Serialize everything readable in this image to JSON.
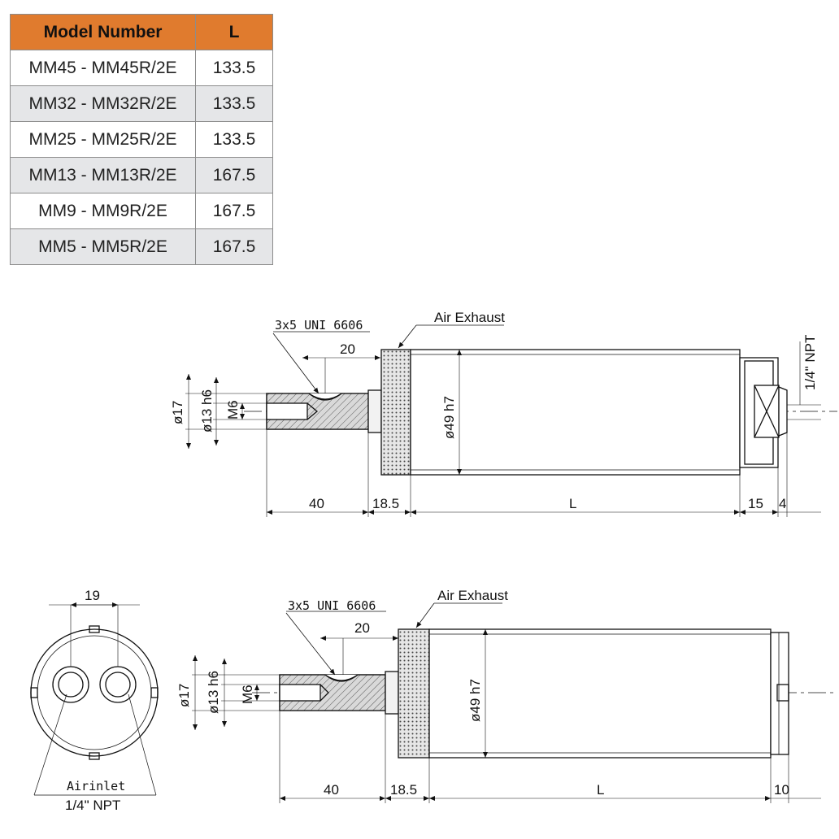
{
  "table": {
    "headers": [
      "Model Number",
      "L"
    ],
    "rows": [
      [
        "MM45 - MM45R/2E",
        "133.5"
      ],
      [
        "MM32 - MM32R/2E",
        "133.5"
      ],
      [
        "MM25 - MM25R/2E",
        "133.5"
      ],
      [
        "MM13 - MM13R/2E",
        "167.5"
      ],
      [
        "MM9 - MM9R/2E",
        "167.5"
      ],
      [
        "MM5 - MM5R/2E",
        "167.5"
      ]
    ]
  },
  "drawing_top": {
    "key_label": "3x5  UNI  6606",
    "air_exhaust": "Air Exhaust",
    "npt": "1/4\" NPT",
    "key_len": "20",
    "d17": "ø17",
    "d13": "ø13 h6",
    "m6": "M6",
    "d49": "ø49 h7",
    "dims": {
      "a": "40",
      "b": "18.5",
      "c": "L",
      "d": "15",
      "e": "4"
    }
  },
  "drawing_bottom": {
    "key_label": "3x5  UNI  6606",
    "air_exhaust": "Air Exhaust",
    "key_len": "20",
    "d17": "ø17",
    "d13": "ø13 h6",
    "m6": "M6",
    "d49": "ø49 h7",
    "dims": {
      "a": "40",
      "b": "18.5",
      "c": "L",
      "d": "10"
    }
  },
  "end_view": {
    "width": "19",
    "air_inlet": "Airinlet",
    "npt": "1/4\" NPT"
  }
}
